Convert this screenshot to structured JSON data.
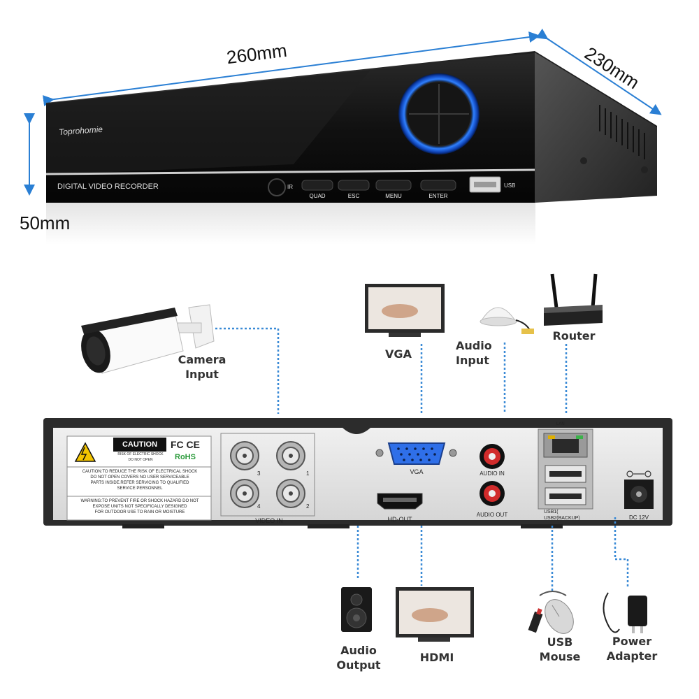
{
  "dimensions": {
    "width": "260mm",
    "depth": "230mm",
    "height": "50mm"
  },
  "front_panel": {
    "brand": "Toprohomie",
    "model_label": "DIGITAL VIDEO RECORDER",
    "ir_label": "IR",
    "buttons": [
      "QUAD",
      "ESC",
      "MENU",
      "ENTER"
    ],
    "usb_label": "USB"
  },
  "rear_panel": {
    "caution_title": "CAUTION",
    "caution_sub1": "RISK OF ELECTRIC SHOCK",
    "caution_sub2": "DO NOT OPEN",
    "fcc_ce": "FC CE",
    "rohs": "RoHS",
    "caution_text": [
      "CAUTION:TO REDUCE THE RISK OF ELECTRICAL SHOCK",
      "DO NOT OPEN COVERS NO USER SERVICEABLE",
      "PARTS INSIDE.REFER SERVICING TO QUALIFIED",
      "SERVICE PERSONNEL"
    ],
    "warning_text": [
      "WARNING:TO PREVENT FIRE OR SHOCK HAZARD DO NOT",
      "EXPOSE UNITS NOT SPECIFICALLY DESIGNED",
      "FOR OUTDOOR USE TO RAIN OR MOISTURE"
    ],
    "video_in": "VIDEO IN",
    "bnc_numbers": [
      "3",
      "1",
      "4",
      "2"
    ],
    "vga": "VGA",
    "hd_out": "HD-OUT",
    "audio_in": "AUDIO IN",
    "audio_out": "AUDIO OUT",
    "lan": "LAN",
    "usb1": "USB1(",
    "usb2": "USB2(BACKUP)",
    "dc": "DC 12V"
  },
  "connections": {
    "camera": [
      "Camera",
      "Input"
    ],
    "vga": "VGA",
    "audio_input": [
      "Audio",
      "Input"
    ],
    "router": "Router",
    "audio_output": [
      "Audio",
      "Output"
    ],
    "hdmi": "HDMI",
    "usb_mouse": [
      "USB",
      "Mouse"
    ],
    "power_adapter": [
      "Power",
      "Adapter"
    ]
  },
  "colors": {
    "accent_blue": "#1f6fe0",
    "dotted_line": "#3a8ad6",
    "dim_arrow": "#2a7fd4",
    "panel": "#e4e4e4"
  }
}
